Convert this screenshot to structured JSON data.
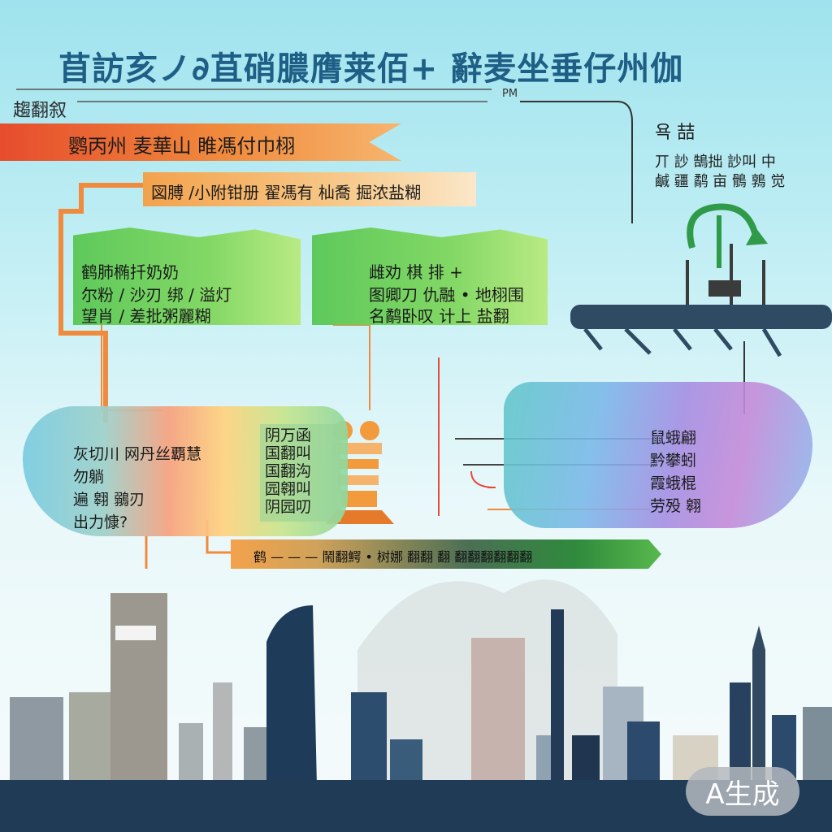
{
  "title": "苜訪亥ノ∂苴硝膿膺莱佰+ 辭麦坐垂仔州伽",
  "subtitle": "趨翻叙",
  "pm_label": "PM",
  "banner1": "鹦丙州 麦華山 睢馮付巾栩",
  "banner2": "図膊 /小附钳册 翟馮有 杣喬 掘浓盐糊",
  "green_left": [
    "鹤肺椭扦奶奶",
    "尔粉 / 沙刃 绑 / 溢灯",
    "望肖 / 差批粥麗糊"
  ],
  "green_right": [
    "雌劝 棋 排 +",
    "图卿刀 仇融 • 地栩围",
    "名鹬卧叹 计上 盐翻"
  ],
  "blob_left": [
    "灰切川 网丹丝覇慧",
    "勿躺",
    "遍 翱 鶸刃",
    "出力慷?"
  ],
  "blob_middle": [
    "阴万函",
    "国翻叫",
    "国翻沟",
    "园翱叫",
    "阴园叨"
  ],
  "blob_right": [
    "鼠蛾翩",
    "黔攀蚓",
    "霞蛾棍",
    "劳殁 翱"
  ],
  "bottom_bar": "鹤 — — — 鬧翻鰐 • 树娜 翻翻 翻 翻翻翻翻翻翻",
  "right_top": [
    "욕 喆",
    "丌 訬 鵠拙 訬叫 中",
    "鹹 疆 鹬 亩 鶻 鶉 觉"
  ],
  "ai_badge": "A生成",
  "colors": {
    "title": "#1f5f86",
    "orange": "#f08a3c",
    "green": "#6fd15f",
    "purple": "#a58ee3",
    "navy": "#1e3b5a"
  },
  "icons": [
    "recycle-arrow-icon",
    "trophy-stand-icon",
    "pipe-rail-icon"
  ]
}
